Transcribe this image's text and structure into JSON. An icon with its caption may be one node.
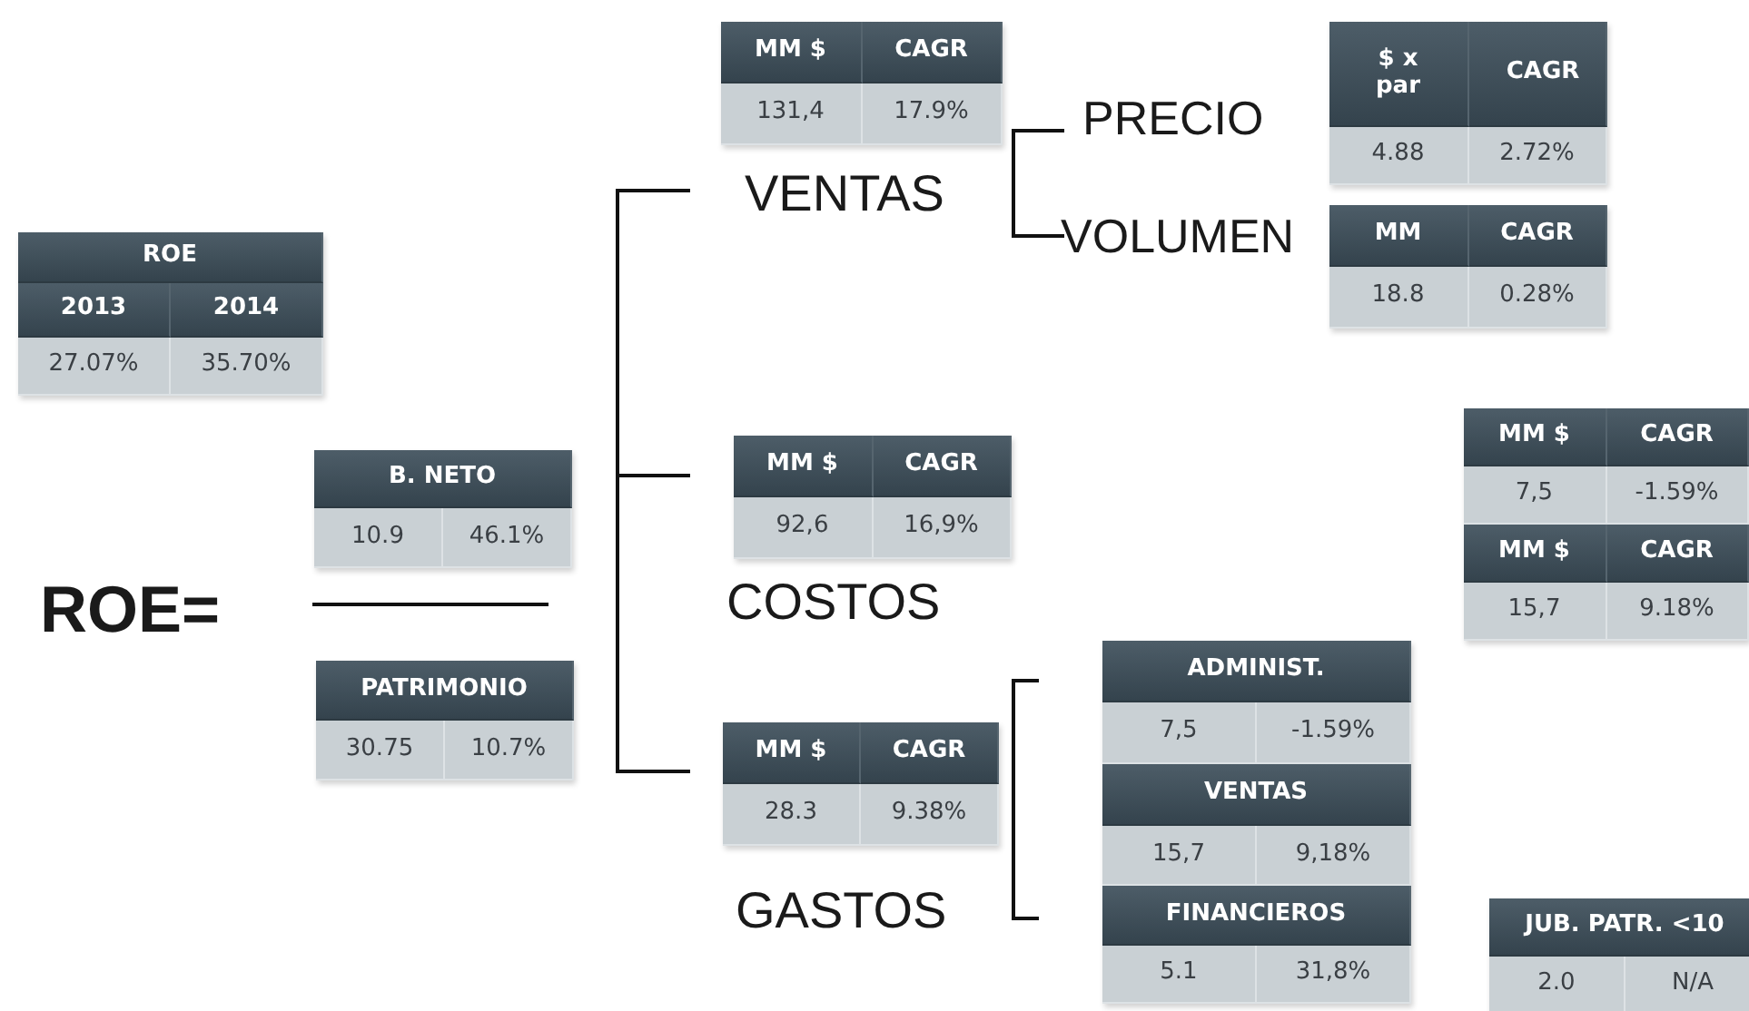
{
  "diagram": {
    "nodes": [
      {
        "text": [
          "MM $",
          "CAGR",
          "131,4",
          "17.9%"
        ]
      },
      {
        "text": [
          "$ x par",
          "CAGR",
          "4.88",
          "2.72%"
        ]
      },
      {
        "text": [
          "MM",
          "CAGR",
          "18.8",
          "0.28%"
        ]
      },
      {
        "text": [
          "ROE",
          "2013",
          "2014",
          "27.07%",
          "35.70%"
        ]
      },
      {
        "text": [
          "MM $",
          "CAGR",
          "7,5",
          "-1.59%",
          "MM $",
          "CAGR",
          "15,7",
          "9.18%"
        ]
      },
      {
        "text": [
          "MM $",
          "CAGR",
          "92,6",
          "16,9%"
        ]
      },
      {
        "text": [
          "B. NETO",
          "10.9",
          "46.1%"
        ]
      },
      {
        "text": [
          "PATRIMONIO",
          "30.75",
          "10.7%"
        ]
      },
      {
        "text": [
          "ADMINIST.",
          "7,5",
          "-1.59%",
          "VENTAS",
          "15,7",
          "9,18%",
          "FINANCIEROS",
          "5.1",
          "31,8%"
        ]
      },
      {
        "text": [
          "MM $",
          "CAGR",
          "28.3",
          "9.38%"
        ]
      },
      {
        "text": [
          "JUB. PATR. <10",
          "2.0",
          "N/A"
        ]
      }
    ],
    "labels": [
      "PRECIO",
      "VENTAS",
      "VOLUMEN",
      "ROE=",
      "COSTOS",
      "GASTOS"
    ]
  }
}
